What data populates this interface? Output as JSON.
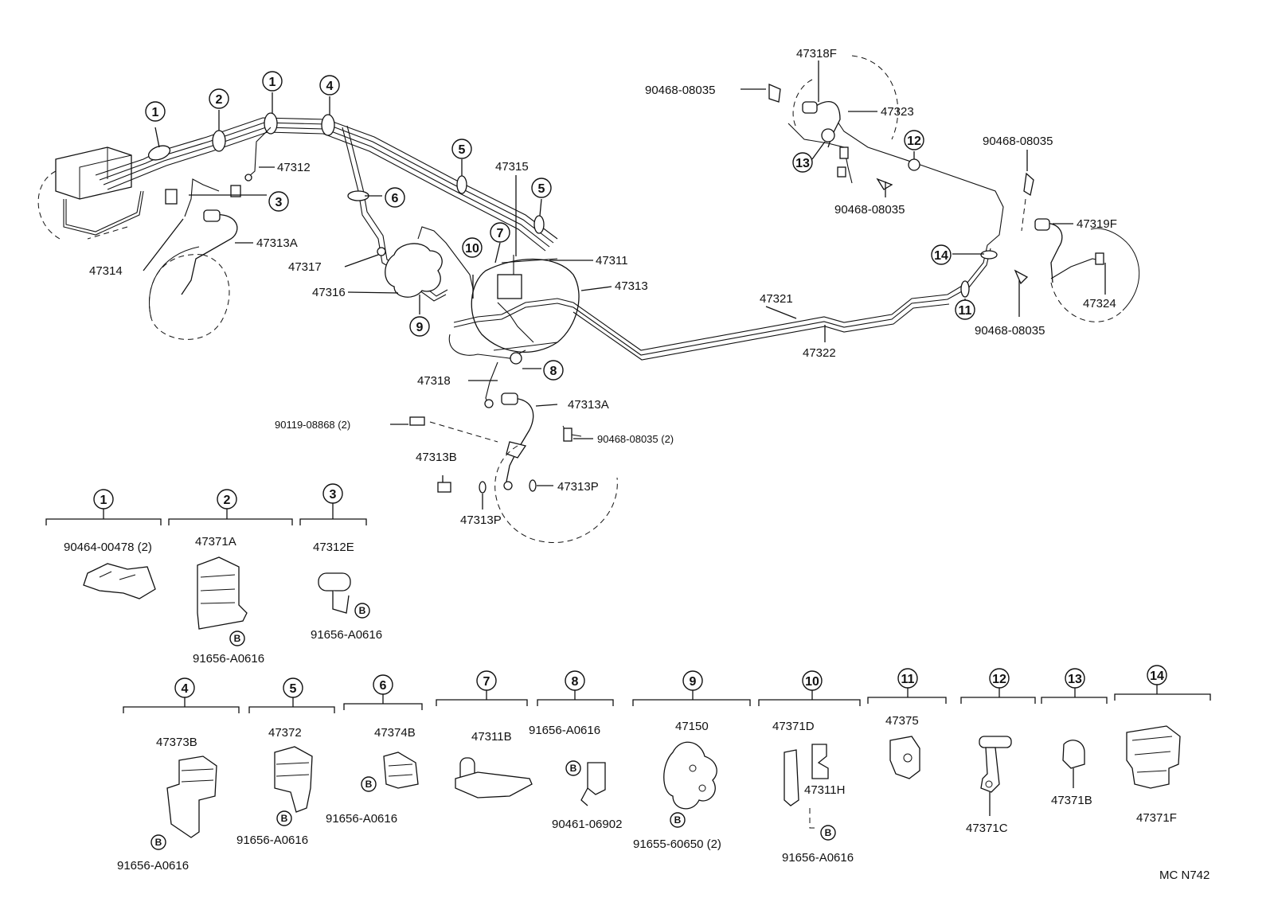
{
  "diagram_code": "MC N742",
  "bolt_symbol": "B",
  "labels": [
    {
      "id": "p47312",
      "text": "47312"
    },
    {
      "id": "p47313A_front",
      "text": "47313A"
    },
    {
      "id": "p47314",
      "text": "47314"
    },
    {
      "id": "p47315",
      "text": "47315"
    },
    {
      "id": "p47311",
      "text": "47311"
    },
    {
      "id": "p47313",
      "text": "47313"
    },
    {
      "id": "p47317",
      "text": "47317"
    },
    {
      "id": "p47316",
      "text": "47316"
    },
    {
      "id": "p47321",
      "text": "47321"
    },
    {
      "id": "p47322",
      "text": "47322"
    },
    {
      "id": "p47318",
      "text": "47318"
    },
    {
      "id": "p47313A_rear",
      "text": "47313A"
    },
    {
      "id": "p90119",
      "text": "90119-08868 (2)"
    },
    {
      "id": "p90468_2",
      "text": "90468-08035 (2)"
    },
    {
      "id": "p47313B",
      "text": "47313B"
    },
    {
      "id": "p47313P_a",
      "text": "47313P"
    },
    {
      "id": "p47313P_b",
      "text": "47313P"
    },
    {
      "id": "p47318F",
      "text": "47318F"
    },
    {
      "id": "p90468_a",
      "text": "90468-08035"
    },
    {
      "id": "p47323",
      "text": "47323"
    },
    {
      "id": "p90468_b",
      "text": "90468-08035"
    },
    {
      "id": "p90468_c",
      "text": "90468-08035"
    },
    {
      "id": "p47319F",
      "text": "47319F"
    },
    {
      "id": "p47324",
      "text": "47324"
    },
    {
      "id": "p90468_d",
      "text": "90468-08035"
    }
  ],
  "callouts": [
    "1",
    "2",
    "1",
    "4",
    "3",
    "5",
    "6",
    "5",
    "7",
    "10",
    "9",
    "8",
    "12",
    "13",
    "14",
    "11"
  ],
  "detail_groups": [
    {
      "number": "1",
      "parts": [
        "90464-00478 (2)"
      ]
    },
    {
      "number": "2",
      "parts": [
        "47371A",
        "91656-A0616"
      ]
    },
    {
      "number": "3",
      "parts": [
        "47312E",
        "91656-A0616"
      ]
    },
    {
      "number": "4",
      "parts": [
        "47373B",
        "91656-A0616"
      ]
    },
    {
      "number": "5",
      "parts": [
        "47372",
        "91656-A0616"
      ]
    },
    {
      "number": "6",
      "parts": [
        "47374B",
        "91656-A0616"
      ]
    },
    {
      "number": "7",
      "parts": [
        "47311B"
      ]
    },
    {
      "number": "8",
      "parts": [
        "91656-A0616",
        "90461-06902"
      ]
    },
    {
      "number": "9",
      "parts": [
        "47150",
        "91655-60650 (2)"
      ]
    },
    {
      "number": "10",
      "parts": [
        "47371D",
        "47311H",
        "91656-A0616"
      ]
    },
    {
      "number": "11",
      "parts": [
        "47375"
      ]
    },
    {
      "number": "12",
      "parts": [
        "47371C"
      ]
    },
    {
      "number": "13",
      "parts": [
        "47371B"
      ]
    },
    {
      "number": "14",
      "parts": [
        "47371F"
      ]
    }
  ]
}
